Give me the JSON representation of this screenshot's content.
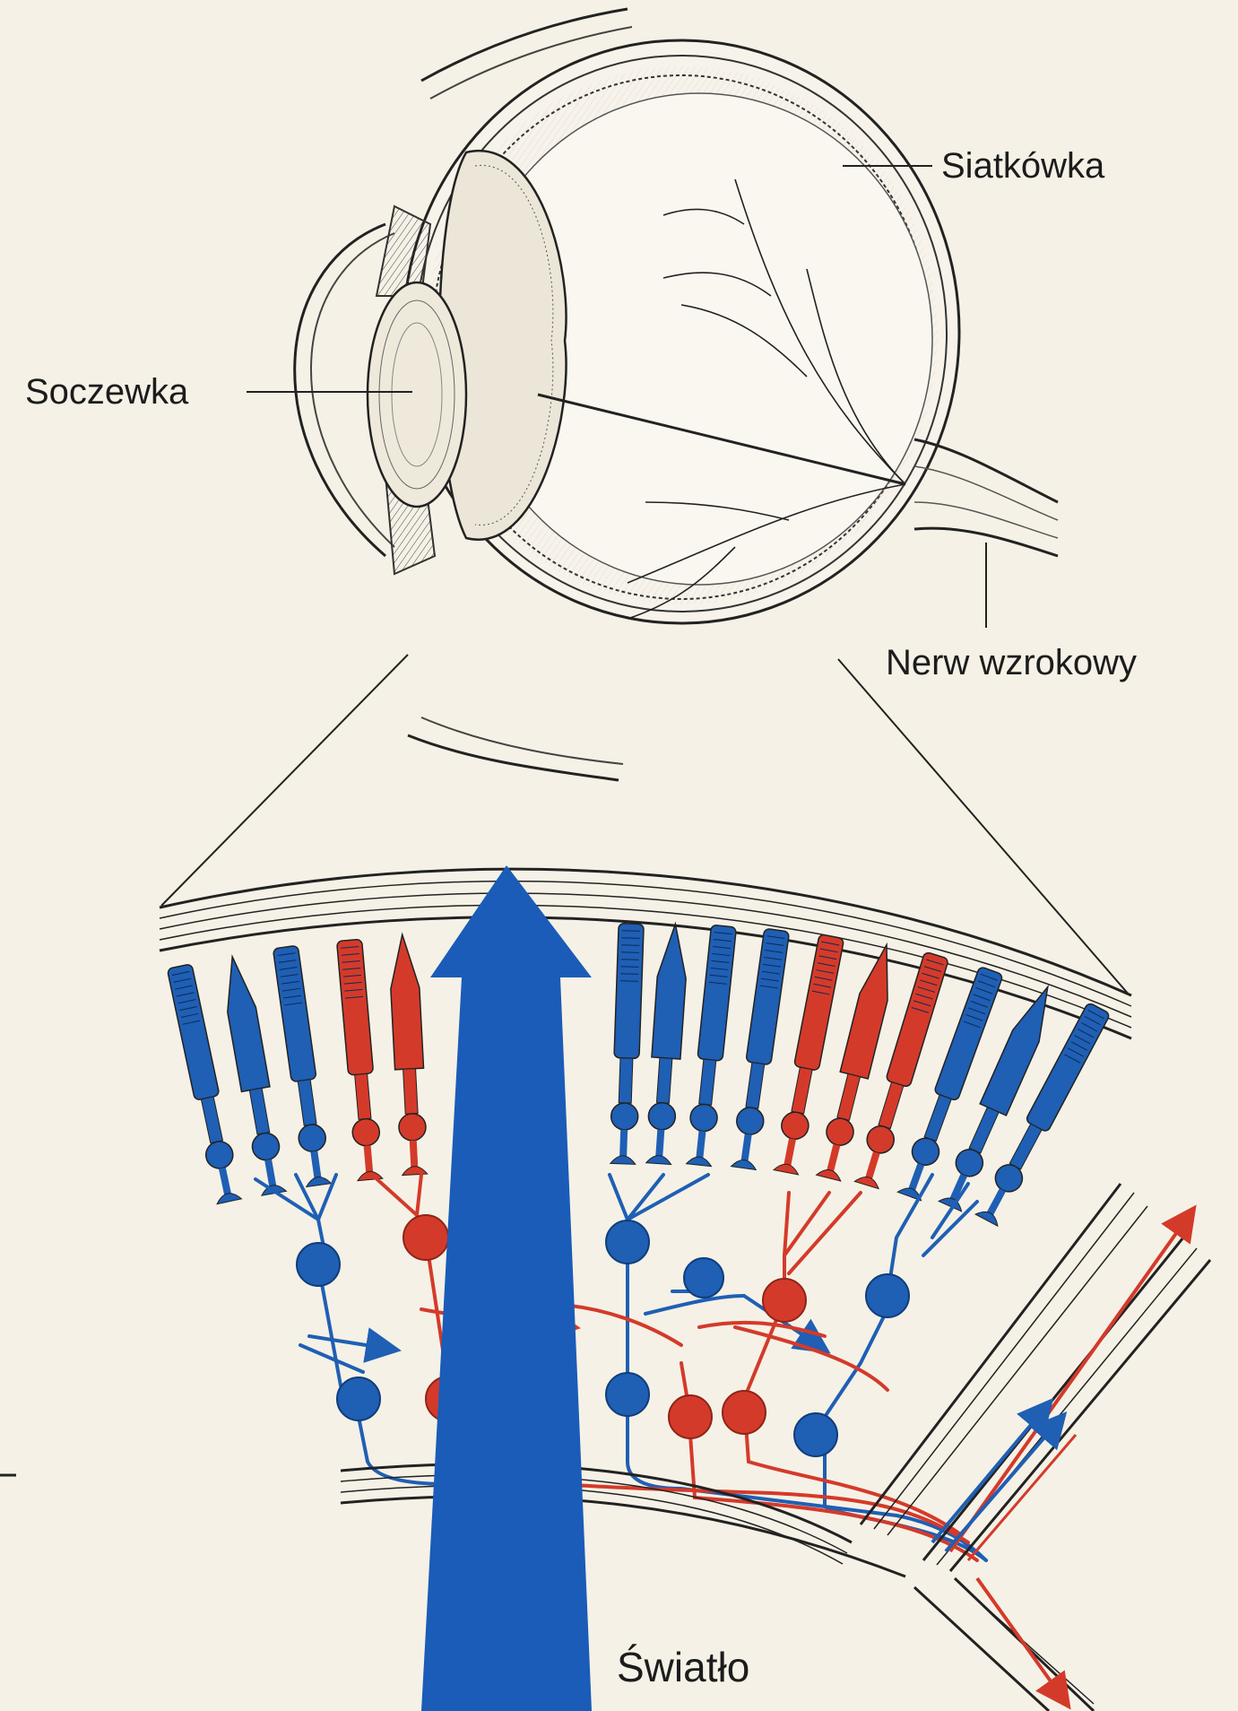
{
  "labels": {
    "retina": "Siatkówka",
    "lens": "Soczewka",
    "optic_nerve": "Nerw wzrokowy",
    "light": "Światło"
  },
  "colors": {
    "background": "#f5f1e6",
    "ink": "#1c1c1c",
    "rod_blue": "#1f5fb4",
    "cone_red": "#d43a2a",
    "light_arrow": "#1a5cb8"
  },
  "photoreceptors": [
    {
      "kind": "rod",
      "color": "blue"
    },
    {
      "kind": "cone",
      "color": "blue"
    },
    {
      "kind": "rod",
      "color": "blue"
    },
    {
      "kind": "rod",
      "color": "red"
    },
    {
      "kind": "cone",
      "color": "red"
    },
    {
      "kind": "rod",
      "color": "blue"
    },
    {
      "kind": "cone",
      "color": "blue"
    },
    {
      "kind": "rod",
      "color": "blue"
    },
    {
      "kind": "rod",
      "color": "blue"
    },
    {
      "kind": "rod",
      "color": "red"
    },
    {
      "kind": "cone",
      "color": "red"
    },
    {
      "kind": "rod",
      "color": "red"
    },
    {
      "kind": "rod",
      "color": "blue"
    },
    {
      "kind": "cone",
      "color": "blue"
    },
    {
      "kind": "rod",
      "color": "blue"
    }
  ]
}
